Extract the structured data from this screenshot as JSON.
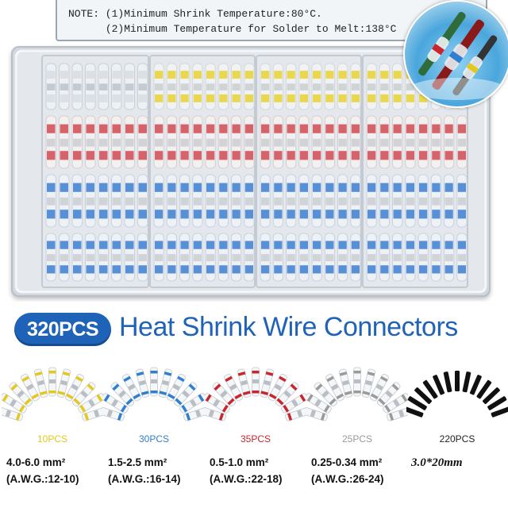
{
  "note": {
    "line1": "NOTE: (1)Minimum Shrink Temperature:80°C.",
    "line2": "(2)Minimum Temperature for Solder to Melt:138°C"
  },
  "headline": {
    "badge": "320PCS",
    "title": "Heat Shrink Wire Connectors",
    "color": "#1f63b8"
  },
  "variants": [
    {
      "count": "10PCS",
      "size": "4.0-6.0 mm²",
      "awg": "(A.W.G.:12-10)",
      "color": "#e3c81e"
    },
    {
      "count": "30PCS",
      "size": "1.5-2.5 mm²",
      "awg": "(A.W.G.:16-14)",
      "color": "#2f7fd0"
    },
    {
      "count": "35PCS",
      "size": "0.5-1.0 mm²",
      "awg": "(A.W.G.:22-18)",
      "color": "#c8262e"
    },
    {
      "count": "25PCS",
      "size": "0.25-0.34 mm²",
      "awg": "(A.W.G.:26-24)",
      "color": "#9a9a9a"
    },
    {
      "count": "220PCS",
      "size": "3.0*20mm",
      "awg": "",
      "color": "#111111"
    }
  ],
  "icons": {
    "splash": "water-splash-inset-photo",
    "box": "connector-storage-box-photo"
  }
}
